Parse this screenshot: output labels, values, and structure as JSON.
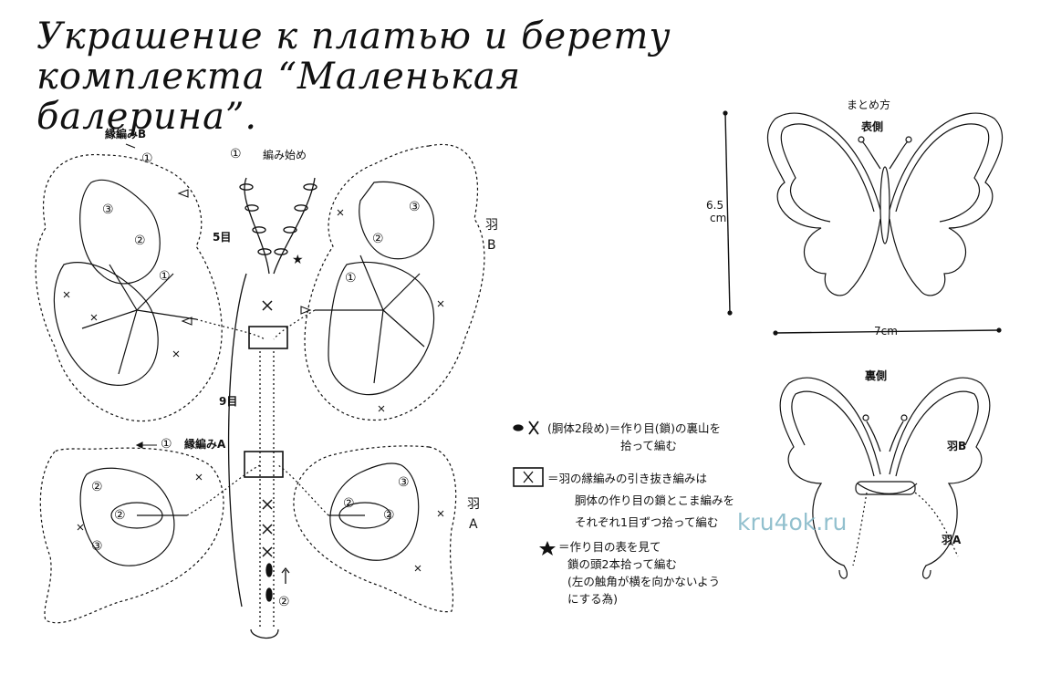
{
  "title": {
    "line1": "Украшение к платью и берету",
    "line2": "комплекта “Маленькая балерина”."
  },
  "chart_labels": {
    "edge_b": "縁編みB",
    "edge_a": "縁編みA",
    "start": "編み始め",
    "five_rows": "5目",
    "nine_rows": "9目",
    "wing_b_kanji": "羽",
    "wing_b_letter": "B",
    "wing_a_kanji": "羽",
    "wing_a_letter": "A",
    "num1": "①",
    "num2": "②",
    "num3": "③",
    "star": "★"
  },
  "legend": {
    "item1_line1": "(胴体2段め)＝作り目(鎖)の裏山を",
    "item1_line2": "拾って編む",
    "item2_line1": "＝羽の縁編みの引き抜き編みは",
    "item2_line2": "胴体の作り目の鎖とこま編みを",
    "item2_line3": "それぞれ1目ずつ拾って編む",
    "item3_line1": "＝作り目の表を見て",
    "item3_line2": "鎖の頭2本拾って編む",
    "item3_line3": "(左の触角が横を向かないよう",
    "item3_line4": "にする為)"
  },
  "assembly": {
    "heading": "まとめ方",
    "front": "表側",
    "back": "裏側",
    "height_value": "6.5",
    "height_unit": "cm",
    "width": "7cm",
    "wing_b": "羽B",
    "wing_a": "羽A"
  },
  "watermark": "kru4ok.ru"
}
